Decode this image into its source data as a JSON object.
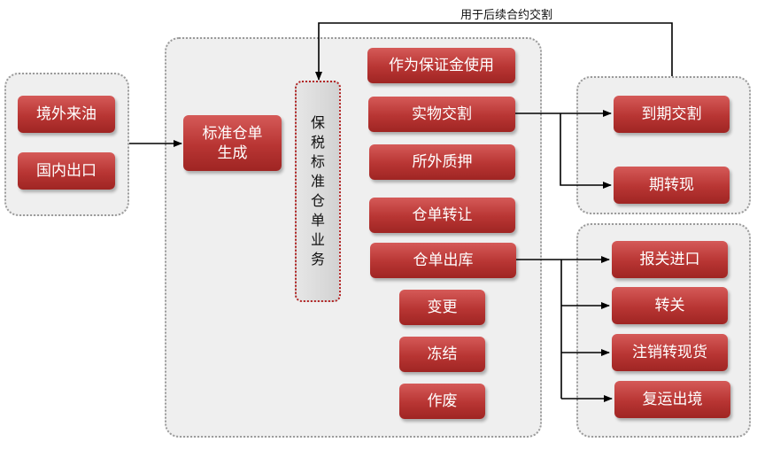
{
  "sources": [
    "境外来油",
    "国内出口"
  ],
  "generation": "标准仓单生成",
  "bonded_business": "保税标准仓单业务",
  "operations": [
    "作为保证金使用",
    "实物交割",
    "所外质押",
    "仓单转让",
    "仓单出库",
    "变更",
    "冻结",
    "作废"
  ],
  "delivery_outcomes": [
    "到期交割",
    "期转现"
  ],
  "outbound_outcomes": [
    "报关进口",
    "转关",
    "注销转现货",
    "复运出境"
  ],
  "feedback_label": "用于后续合约交割"
}
